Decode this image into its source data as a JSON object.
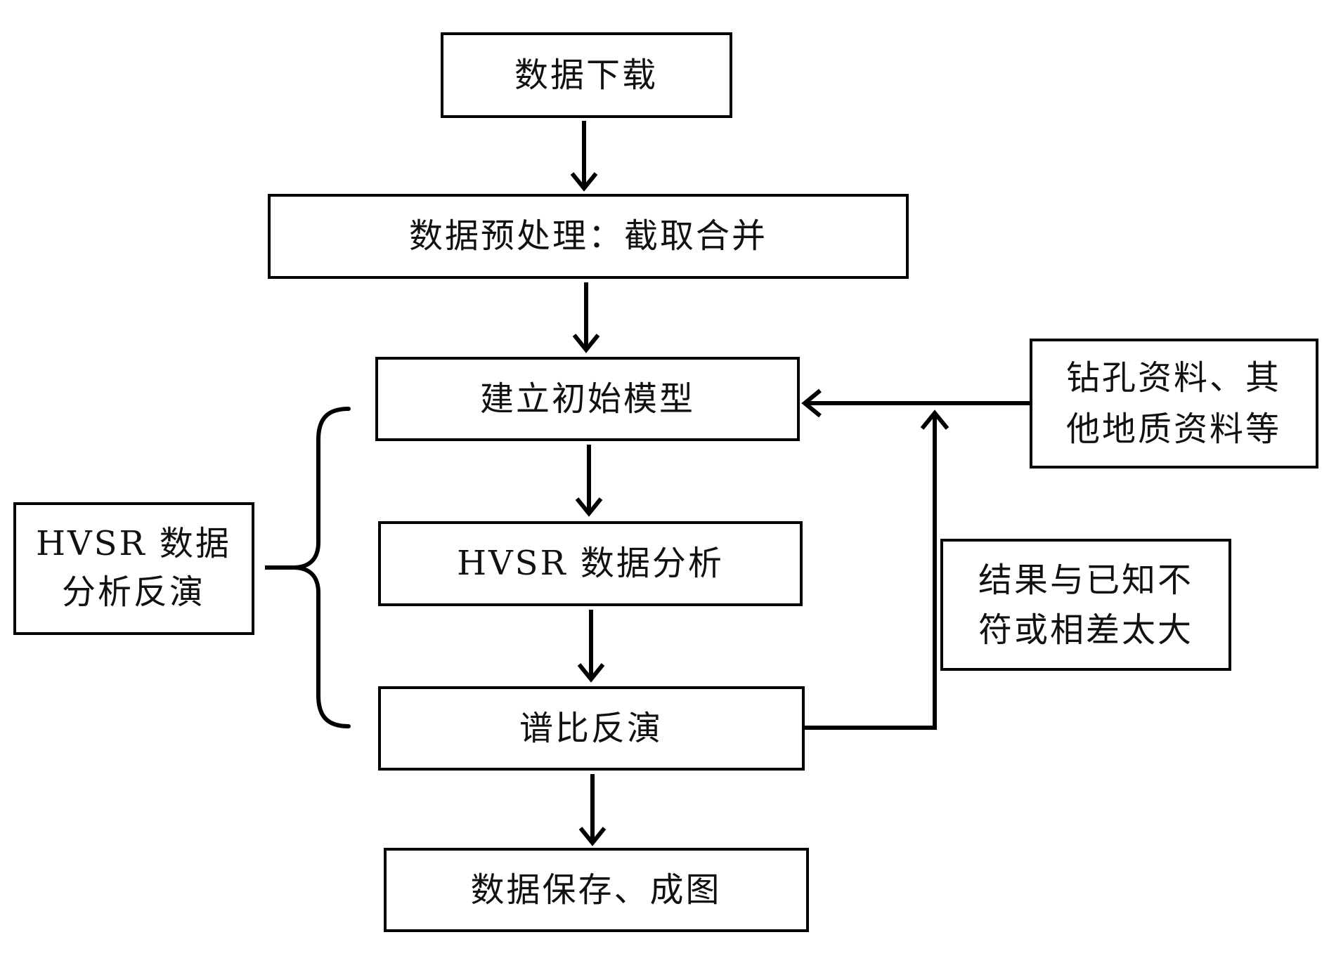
{
  "diagram": {
    "steps": {
      "download": "数据下载",
      "preprocess": "数据预处理：截取合并",
      "initial_model": "建立初始模型",
      "hvsr_analysis": "HVSR 数据分析",
      "ratio_inversion": "谱比反演",
      "save_plot": "数据保存、成图"
    },
    "borehole_note": [
      "钻孔资料、其",
      "他地质资料等"
    ],
    "mismatch_note": [
      "结果与已知不",
      "符或相差太大"
    ],
    "group_label": [
      "HVSR 数据",
      "分析反演"
    ]
  }
}
